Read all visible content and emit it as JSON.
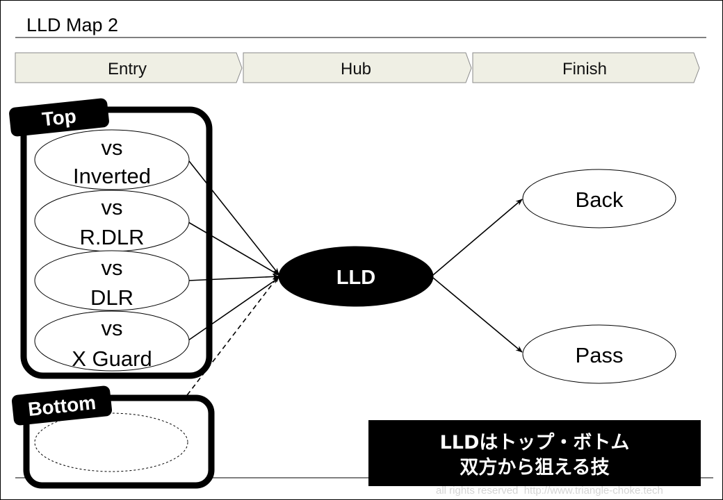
{
  "title": "LLD Map 2",
  "phases": {
    "entry": "Entry",
    "hub": "Hub",
    "finish": "Finish"
  },
  "top_group": {
    "label": "Top",
    "nodes": [
      {
        "line1": "vs",
        "line2": "Inverted"
      },
      {
        "line1": "vs",
        "line2": "R.DLR"
      },
      {
        "line1": "vs",
        "line2": "DLR"
      },
      {
        "line1": "vs",
        "line2": "X Guard"
      }
    ]
  },
  "bottom_group": {
    "label": "Bottom"
  },
  "hub_node": {
    "label": "LLD"
  },
  "finish_nodes": [
    {
      "label": "Back"
    },
    {
      "label": "Pass"
    }
  ],
  "note": {
    "line1": "LLDはトップ・ボトム",
    "line2": "双方から狙える技"
  },
  "footer": "all rights reserved  http://www.triangle-choke.tech",
  "colors": {
    "phase_fill": "#efefe4",
    "phase_border": "#8a8a8a",
    "hub_fill": "#000000",
    "note_fill": "#000000",
    "group_border": "#000000",
    "watermark": "#d4d4d4"
  }
}
